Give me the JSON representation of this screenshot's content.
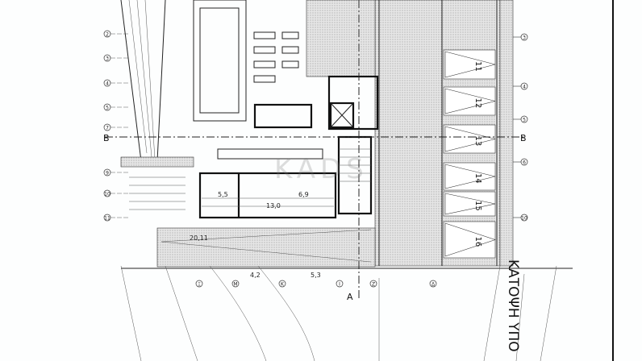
{
  "drawing": {
    "title": "ΚΑΤΟΨΗ ΥΠΟ",
    "watermark": "KADS",
    "section_labels": [
      "A",
      "B"
    ],
    "parking_spaces": [
      "11",
      "12",
      "13",
      "14",
      "15",
      "16"
    ],
    "grid_numbers_right": [
      "3",
      "4",
      "5",
      "6",
      "10"
    ],
    "grid_numbers_left": [
      "2",
      "3",
      "4",
      "5",
      "7",
      "9",
      "10",
      "11"
    ],
    "grid_letters_bottom": [
      "Ξ",
      "Μ",
      "Κ",
      "Ι",
      "Ζ",
      "Δ"
    ],
    "dimensions": [
      "13,0",
      "5,5",
      "6,9",
      "4,2",
      "5,3",
      "20,11"
    ],
    "colors": {
      "ink": "#222222",
      "paper": "#fdfefe"
    }
  }
}
